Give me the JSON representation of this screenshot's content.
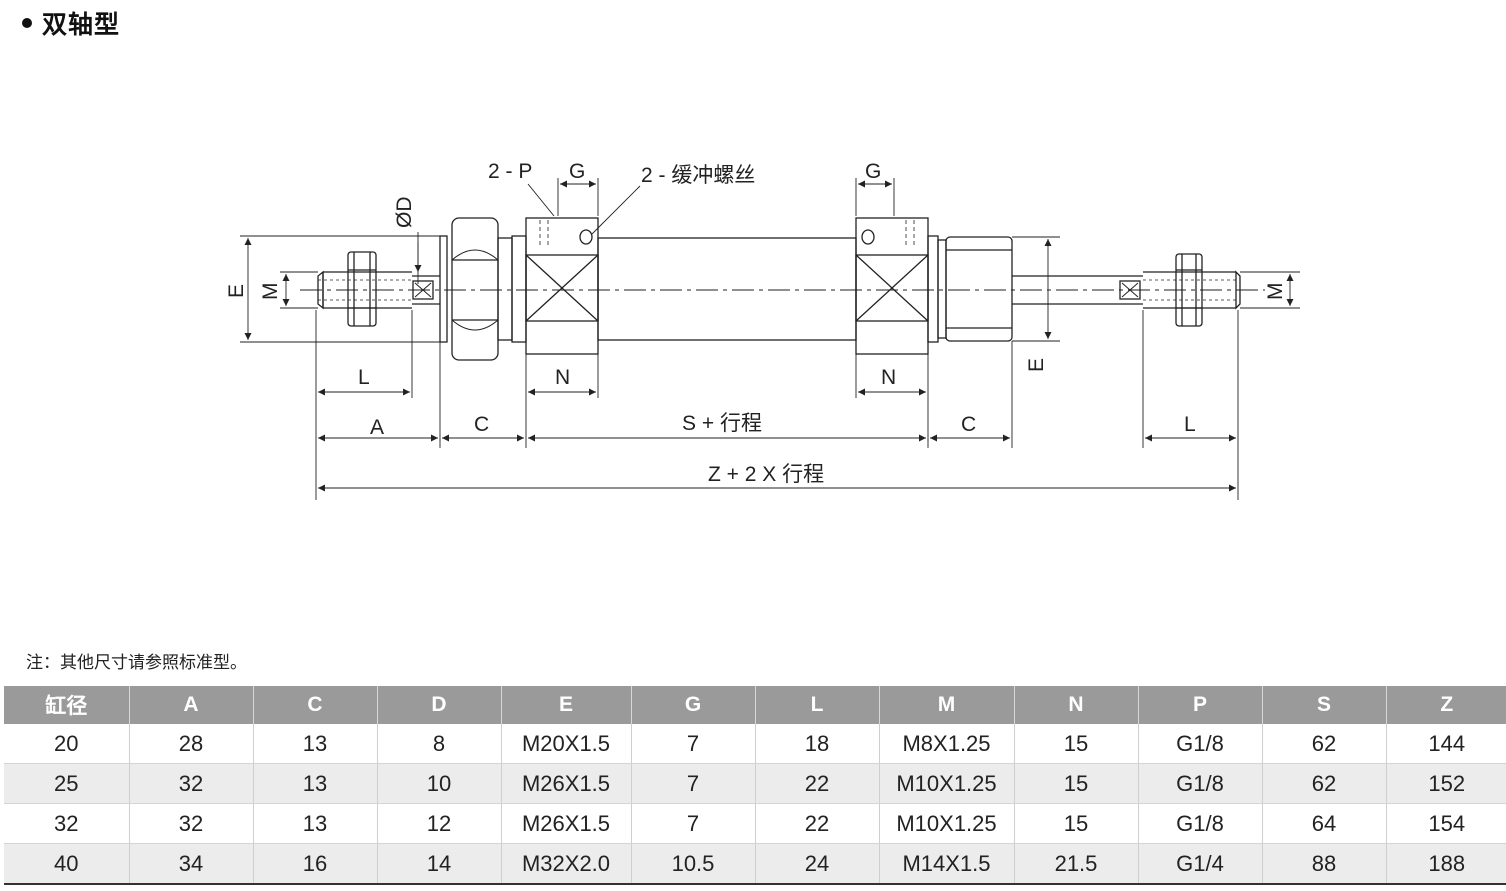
{
  "title": "双轴型",
  "drawing_labels": {
    "two_p": "2 - P",
    "g_left": "G",
    "cushion": "2 - 缓冲螺丝",
    "g_right": "G",
    "phi_d": "ØD",
    "e_left": "E",
    "m_left": "M",
    "e_right": "E",
    "m_right": "M",
    "l_left": "L",
    "n_left": "N",
    "n_right": "N",
    "a": "A",
    "c_left": "C",
    "s_stroke": "S + 行程",
    "c_right": "C",
    "l_right": "L",
    "z_stroke": "Z + 2 X 行程"
  },
  "note": "注：其他尺寸请参照标准型。",
  "table": {
    "headers": [
      "缸径",
      "A",
      "C",
      "D",
      "E",
      "G",
      "L",
      "M",
      "N",
      "P",
      "S",
      "Z"
    ],
    "rows": [
      [
        "20",
        "28",
        "13",
        "8",
        "M20X1.5",
        "7",
        "18",
        "M8X1.25",
        "15",
        "G1/8",
        "62",
        "144"
      ],
      [
        "25",
        "32",
        "13",
        "10",
        "M26X1.5",
        "7",
        "22",
        "M10X1.25",
        "15",
        "G1/8",
        "62",
        "152"
      ],
      [
        "32",
        "32",
        "13",
        "12",
        "M26X1.5",
        "7",
        "22",
        "M10X1.25",
        "15",
        "G1/8",
        "64",
        "154"
      ],
      [
        "40",
        "34",
        "16",
        "14",
        "M32X2.0",
        "10.5",
        "24",
        "M14X1.5",
        "21.5",
        "G1/4",
        "88",
        "188"
      ]
    ]
  },
  "colors": {
    "header_bg": "#9a9a9a",
    "alt_row_bg": "#ececec",
    "line": "#222222"
  }
}
